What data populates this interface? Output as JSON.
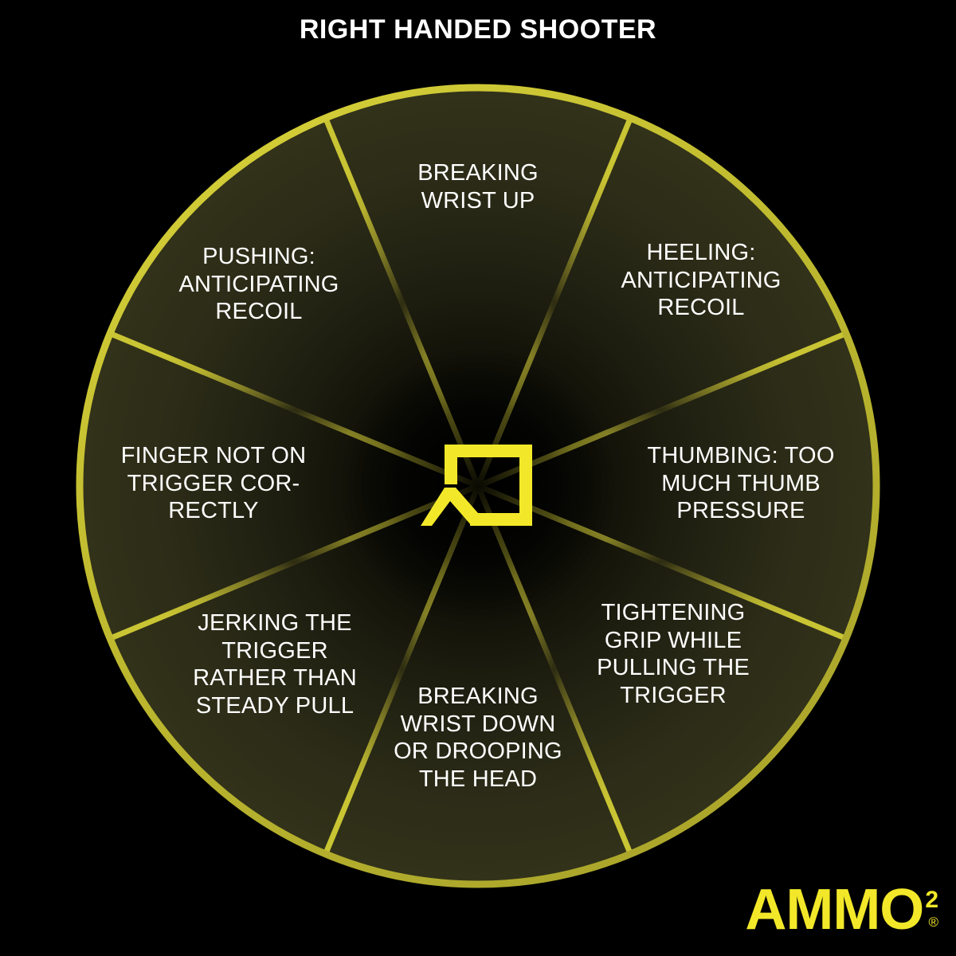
{
  "page": {
    "title": "RIGHT HANDED SHOOTER",
    "background_color": "#000000",
    "title_color": "#ffffff"
  },
  "theme": {
    "accent_yellow": "#f2e829",
    "ring_yellow": "#c5c02e",
    "spoke_yellow": "#b9b430",
    "segment_fill_outer": "#2d2d18",
    "segment_fill_inner": "#070705",
    "label_color": "#ffffff"
  },
  "chart_data": {
    "type": "pie",
    "title": "RIGHT HANDED SHOOTER",
    "legend": "none",
    "grid": false,
    "center_icon": "ammo2-logo-icon",
    "categories": [
      "BREAKING\nWRIST UP",
      "HEELING:\nANTICIPATING\nRECOIL",
      "THUMBING: TOO\nMUCH THUMB\nPRESSURE",
      "TIGHTENING\nGRIP WHILE\nPULLING THE\nTRIGGER",
      "BREAKING\nWRIST DOWN\nOR DROOPING\nTHE HEAD",
      "JERKING THE\nTRIGGER\nRATHER THAN\nSTEADY PULL",
      "FINGER NOT ON\nTRIGGER COR-\nRECTLY",
      "PUSHING:\nANTICIPATING\nRECOIL"
    ],
    "values": [
      12.5,
      12.5,
      12.5,
      12.5,
      12.5,
      12.5,
      12.5,
      12.5
    ],
    "units": "percent",
    "slice_count": 8,
    "start_angle_deg": -22.5
  },
  "wheel": {
    "segments": [
      {
        "index": 0,
        "position": "top",
        "label": "BREAKING\nWRIST UP"
      },
      {
        "index": 1,
        "position": "top-right",
        "label": "HEELING:\nANTICIPATING\nRECOIL"
      },
      {
        "index": 2,
        "position": "right",
        "label": "THUMBING: TOO\nMUCH THUMB\nPRESSURE"
      },
      {
        "index": 3,
        "position": "bottom-right",
        "label": "TIGHTENING\nGRIP WHILE\nPULLING THE\nTRIGGER"
      },
      {
        "index": 4,
        "position": "bottom",
        "label": "BREAKING\nWRIST DOWN\nOR DROOPING\nTHE HEAD"
      },
      {
        "index": 5,
        "position": "bottom-left",
        "label": "JERKING THE\nTRIGGER\nRATHER THAN\nSTEADY PULL"
      },
      {
        "index": 6,
        "position": "left",
        "label": "FINGER NOT ON\nTRIGGER COR-\nRECTLY"
      },
      {
        "index": 7,
        "position": "top-left",
        "label": "PUSHING:\nANTICIPATING\nRECOIL"
      }
    ]
  },
  "brand": {
    "wordmark": "AMMO",
    "superscript": "2",
    "registered": "®"
  }
}
